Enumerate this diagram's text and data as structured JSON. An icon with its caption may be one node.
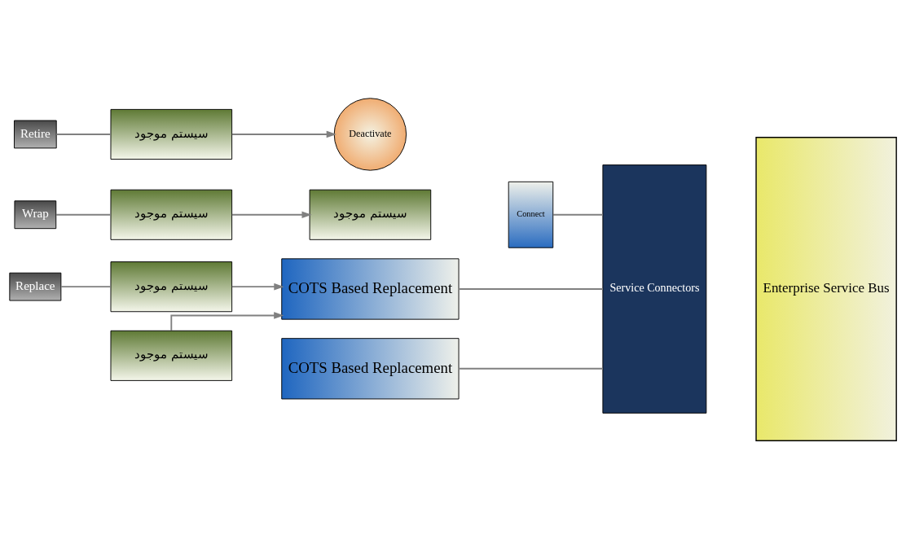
{
  "diagram": {
    "nodes": [
      {
        "text": [
          "Wrap"
        ]
      },
      {
        "text": [
          "سیستم موجود"
        ]
      },
      {
        "text": [
          "سیستم موجود"
        ]
      },
      {
        "text": [
          "Connect"
        ]
      },
      {
        "text": [
          "Service Connectors"
        ]
      },
      {
        "text": [
          "Enterprise Service Bus"
        ]
      },
      {
        "text": [
          "Replace"
        ]
      },
      {
        "text": [
          "سیستم موجود"
        ]
      },
      {
        "text": [
          "COTS Based Replacement"
        ]
      },
      {
        "text": [
          "سیستم موجود"
        ]
      },
      {
        "text": [
          "Retire"
        ]
      },
      {
        "text": [
          "سیستم موجود"
        ]
      },
      {
        "text": [
          "COTS Based Replacement"
        ]
      },
      {
        "text": [
          "Deactivate"
        ]
      }
    ],
    "edges": [
      {
        "from": 0,
        "to": 1,
        "arrow": "none"
      },
      {
        "from": 1,
        "to": 2,
        "arrow": "to"
      },
      {
        "from": 3,
        "to": 4,
        "arrow": "none"
      },
      {
        "from": 6,
        "to": 7,
        "arrow": "none"
      },
      {
        "from": 7,
        "to": 8,
        "arrow": "to"
      },
      {
        "from": 9,
        "to": 8,
        "arrow": "to"
      },
      {
        "from": 10,
        "to": 11,
        "arrow": "none"
      },
      {
        "from": 11,
        "to": 13,
        "arrow": "to"
      },
      {
        "from": 8,
        "to": 4,
        "arrow": "none"
      },
      {
        "from": 12,
        "to": 4,
        "arrow": "none"
      }
    ]
  }
}
